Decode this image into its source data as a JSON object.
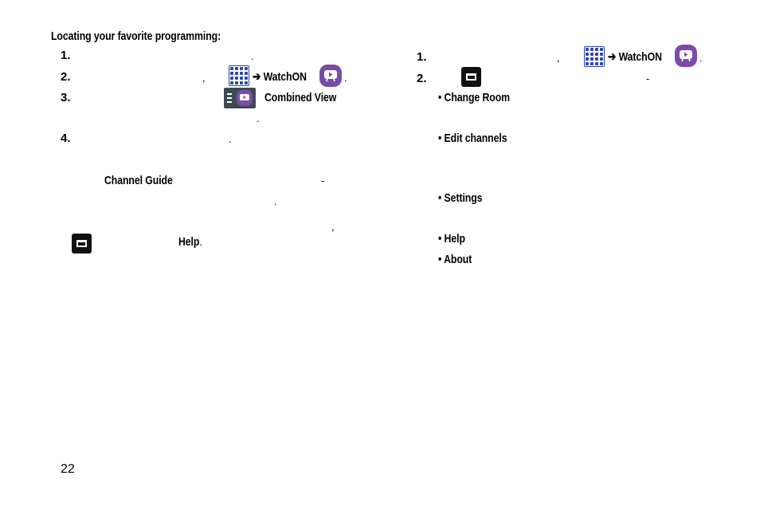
{
  "heading": "Locating your favorite programming:",
  "left": {
    "step1": {
      "num": "1.",
      "punct": "."
    },
    "step2": {
      "num": "2.",
      "comma": ",",
      "arrow": "➔",
      "app": "WatchON",
      "punct": "."
    },
    "step3": {
      "num": "3.",
      "label": "Combined View",
      "punct": "."
    },
    "step4": {
      "num": "4.",
      "punct": "."
    },
    "channel_guide": "Channel Guide",
    "dash": "-",
    "dot": ".",
    "comma2": ",",
    "help": "Help",
    "help_punct": "."
  },
  "right": {
    "step1": {
      "num": "1.",
      "comma": ",",
      "arrow": "➔",
      "app": "WatchON",
      "punct": "."
    },
    "step2": {
      "num": "2.",
      "dash": "-"
    },
    "bullets": [
      "• Change Room",
      "• Edit channels",
      "• Settings",
      "• Help",
      "• About"
    ]
  },
  "page_number": "22",
  "icons": {
    "apps": "apps-grid-icon",
    "watchon": "watchon-icon",
    "menu": "menu-key-icon",
    "combined_view": "combined-view-icon"
  },
  "colors": {
    "apps_blue": "#2a46a8",
    "watchon_purple": "#7b4ba8",
    "menu_key": "#111111"
  }
}
